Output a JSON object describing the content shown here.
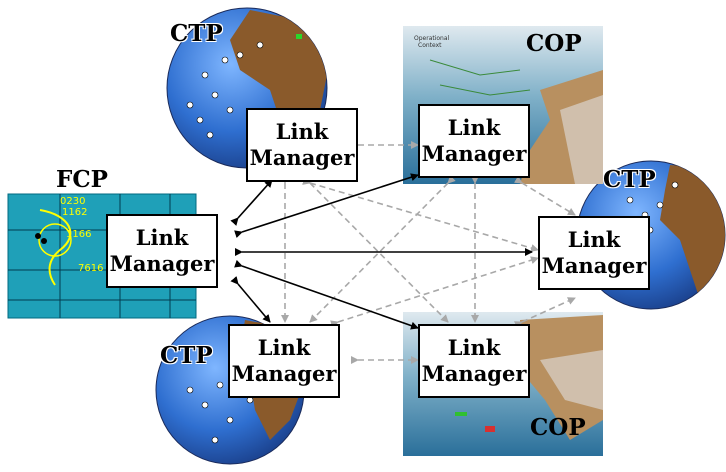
{
  "link_manager_label_line1": "Link",
  "link_manager_label_line2": "Manager",
  "nodes": [
    {
      "id": "fcp",
      "type": "FCP"
    },
    {
      "id": "ctp-top-left",
      "type": "CTP"
    },
    {
      "id": "cop-top",
      "type": "COP"
    },
    {
      "id": "ctp-right",
      "type": "CTP"
    },
    {
      "id": "cop-bottom",
      "type": "COP"
    },
    {
      "id": "ctp-bottom-left",
      "type": "CTP"
    }
  ],
  "fcp_map_labels": [
    "0230",
    "1162",
    "1166",
    "7616"
  ],
  "cop_map_caption_top": [
    "Operational",
    "Context"
  ],
  "colors": {
    "ocean_blue": "#2f6fd0",
    "land_brown": "#8a5a2b",
    "map_teal": "#1fa0b8",
    "arrow_black": "#000000",
    "arrow_gray": "#a8a8a8"
  }
}
